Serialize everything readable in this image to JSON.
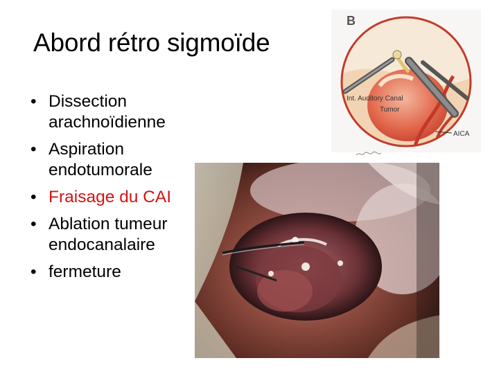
{
  "slide": {
    "title": "Abord rétro sigmoïde",
    "bullets": [
      {
        "text": "Dissection arachnoïdienne",
        "highlight": false
      },
      {
        "text": "Aspiration endotumorale",
        "highlight": false
      },
      {
        "text": "Fraisage du CAI",
        "highlight": true
      },
      {
        "text": "Ablation tumeur endocanalaire",
        "highlight": false
      },
      {
        "text": "fermeture",
        "highlight": false
      }
    ],
    "bullet_glyph": "•",
    "highlight_color": "#d31414"
  },
  "illustration": {
    "panel_letter": "B",
    "labels": {
      "canal": "Int. Auditory Canal",
      "tumor": "Tumor",
      "artery": "AICA"
    }
  },
  "photo": {
    "subject": "intraoperative microscope view"
  }
}
